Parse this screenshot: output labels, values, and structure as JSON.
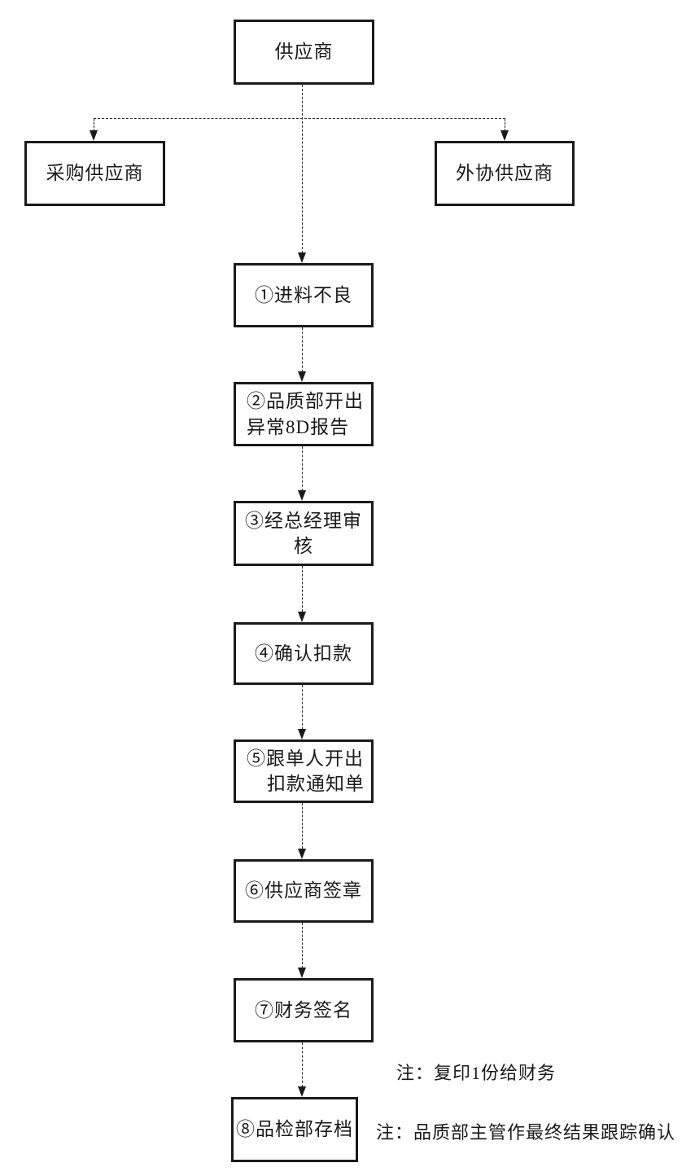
{
  "diagram": {
    "nodes": {
      "supplier": "供应商",
      "purchase_supplier": "采购供应商",
      "outsource_supplier": "外协供应商",
      "step1": "①进料不良",
      "step2_line1": "②品质部开出",
      "step2_line2": "异常8D报告",
      "step3": "③经总经理审核",
      "step4": "④确认扣款",
      "step5_line1": "⑤跟单人开出",
      "step5_line2": "扣款通知单",
      "step6": "⑥供应商签章",
      "step7": "⑦财务签名",
      "step8": "⑧品检部存档"
    },
    "notes": {
      "finance_copy": "注：复印1份给财务",
      "final_tracking": "注：品质部主管作最终结果跟踪确认"
    },
    "colors": {
      "line": "#1a1a1a",
      "background": "#ffffff"
    }
  }
}
